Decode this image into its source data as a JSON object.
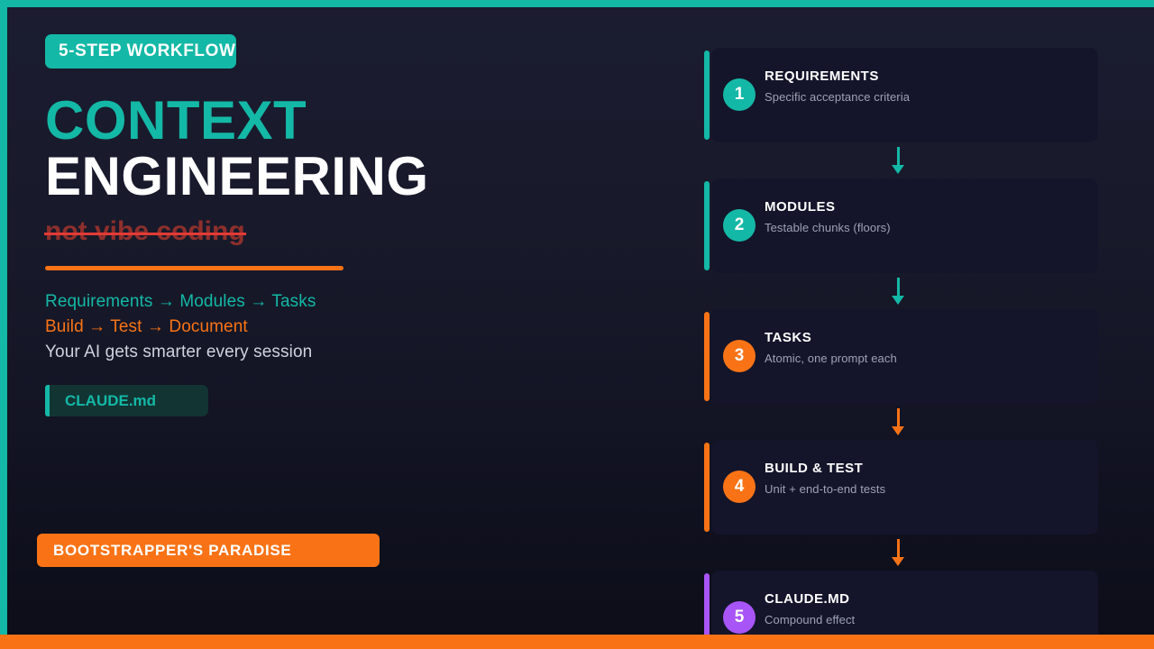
{
  "frame": {
    "top_border_color": "#14b8a6",
    "left_border_color": "#14b8a6",
    "bottom_border_color": "#f97316",
    "background_top": "#1b1c30",
    "background_bottom": "#0c0d18"
  },
  "left": {
    "eyebrow": "5-STEP WORKFLOW",
    "title_line_1": "CONTEXT",
    "title_line_2": "ENGINEERING",
    "strikethrough": "not vibe coding",
    "bullets": [
      {
        "text": "Requirements → Modules → Tasks",
        "color": "#14b8a6"
      },
      {
        "text": "Build → Test → Document",
        "color": "#f97316"
      },
      {
        "text": "Your AI gets smarter every session",
        "color": "#cfd2dd"
      }
    ],
    "file_pill": "CLAUDE.md",
    "footer_badge": "BOOTSTRAPPER'S PARADISE"
  },
  "steps": [
    {
      "number": "1",
      "title": "REQUIREMENTS",
      "desc": "Specific acceptance criteria",
      "accent": "#14b8a6"
    },
    {
      "number": "2",
      "title": "MODULES",
      "desc": "Testable chunks (floors)",
      "accent": "#14b8a6"
    },
    {
      "number": "3",
      "title": "TASKS",
      "desc": "Atomic, one prompt each",
      "accent": "#f97316"
    },
    {
      "number": "4",
      "title": "BUILD & TEST",
      "desc": "Unit + end-to-end tests",
      "accent": "#f97316"
    },
    {
      "number": "5",
      "title": "CLAUDE.MD",
      "desc": "Compound effect",
      "accent": "#a855f7"
    }
  ],
  "connectors": [
    {
      "color": "#14b8a6"
    },
    {
      "color": "#14b8a6"
    },
    {
      "color": "#f97316"
    },
    {
      "color": "#f97316"
    }
  ]
}
